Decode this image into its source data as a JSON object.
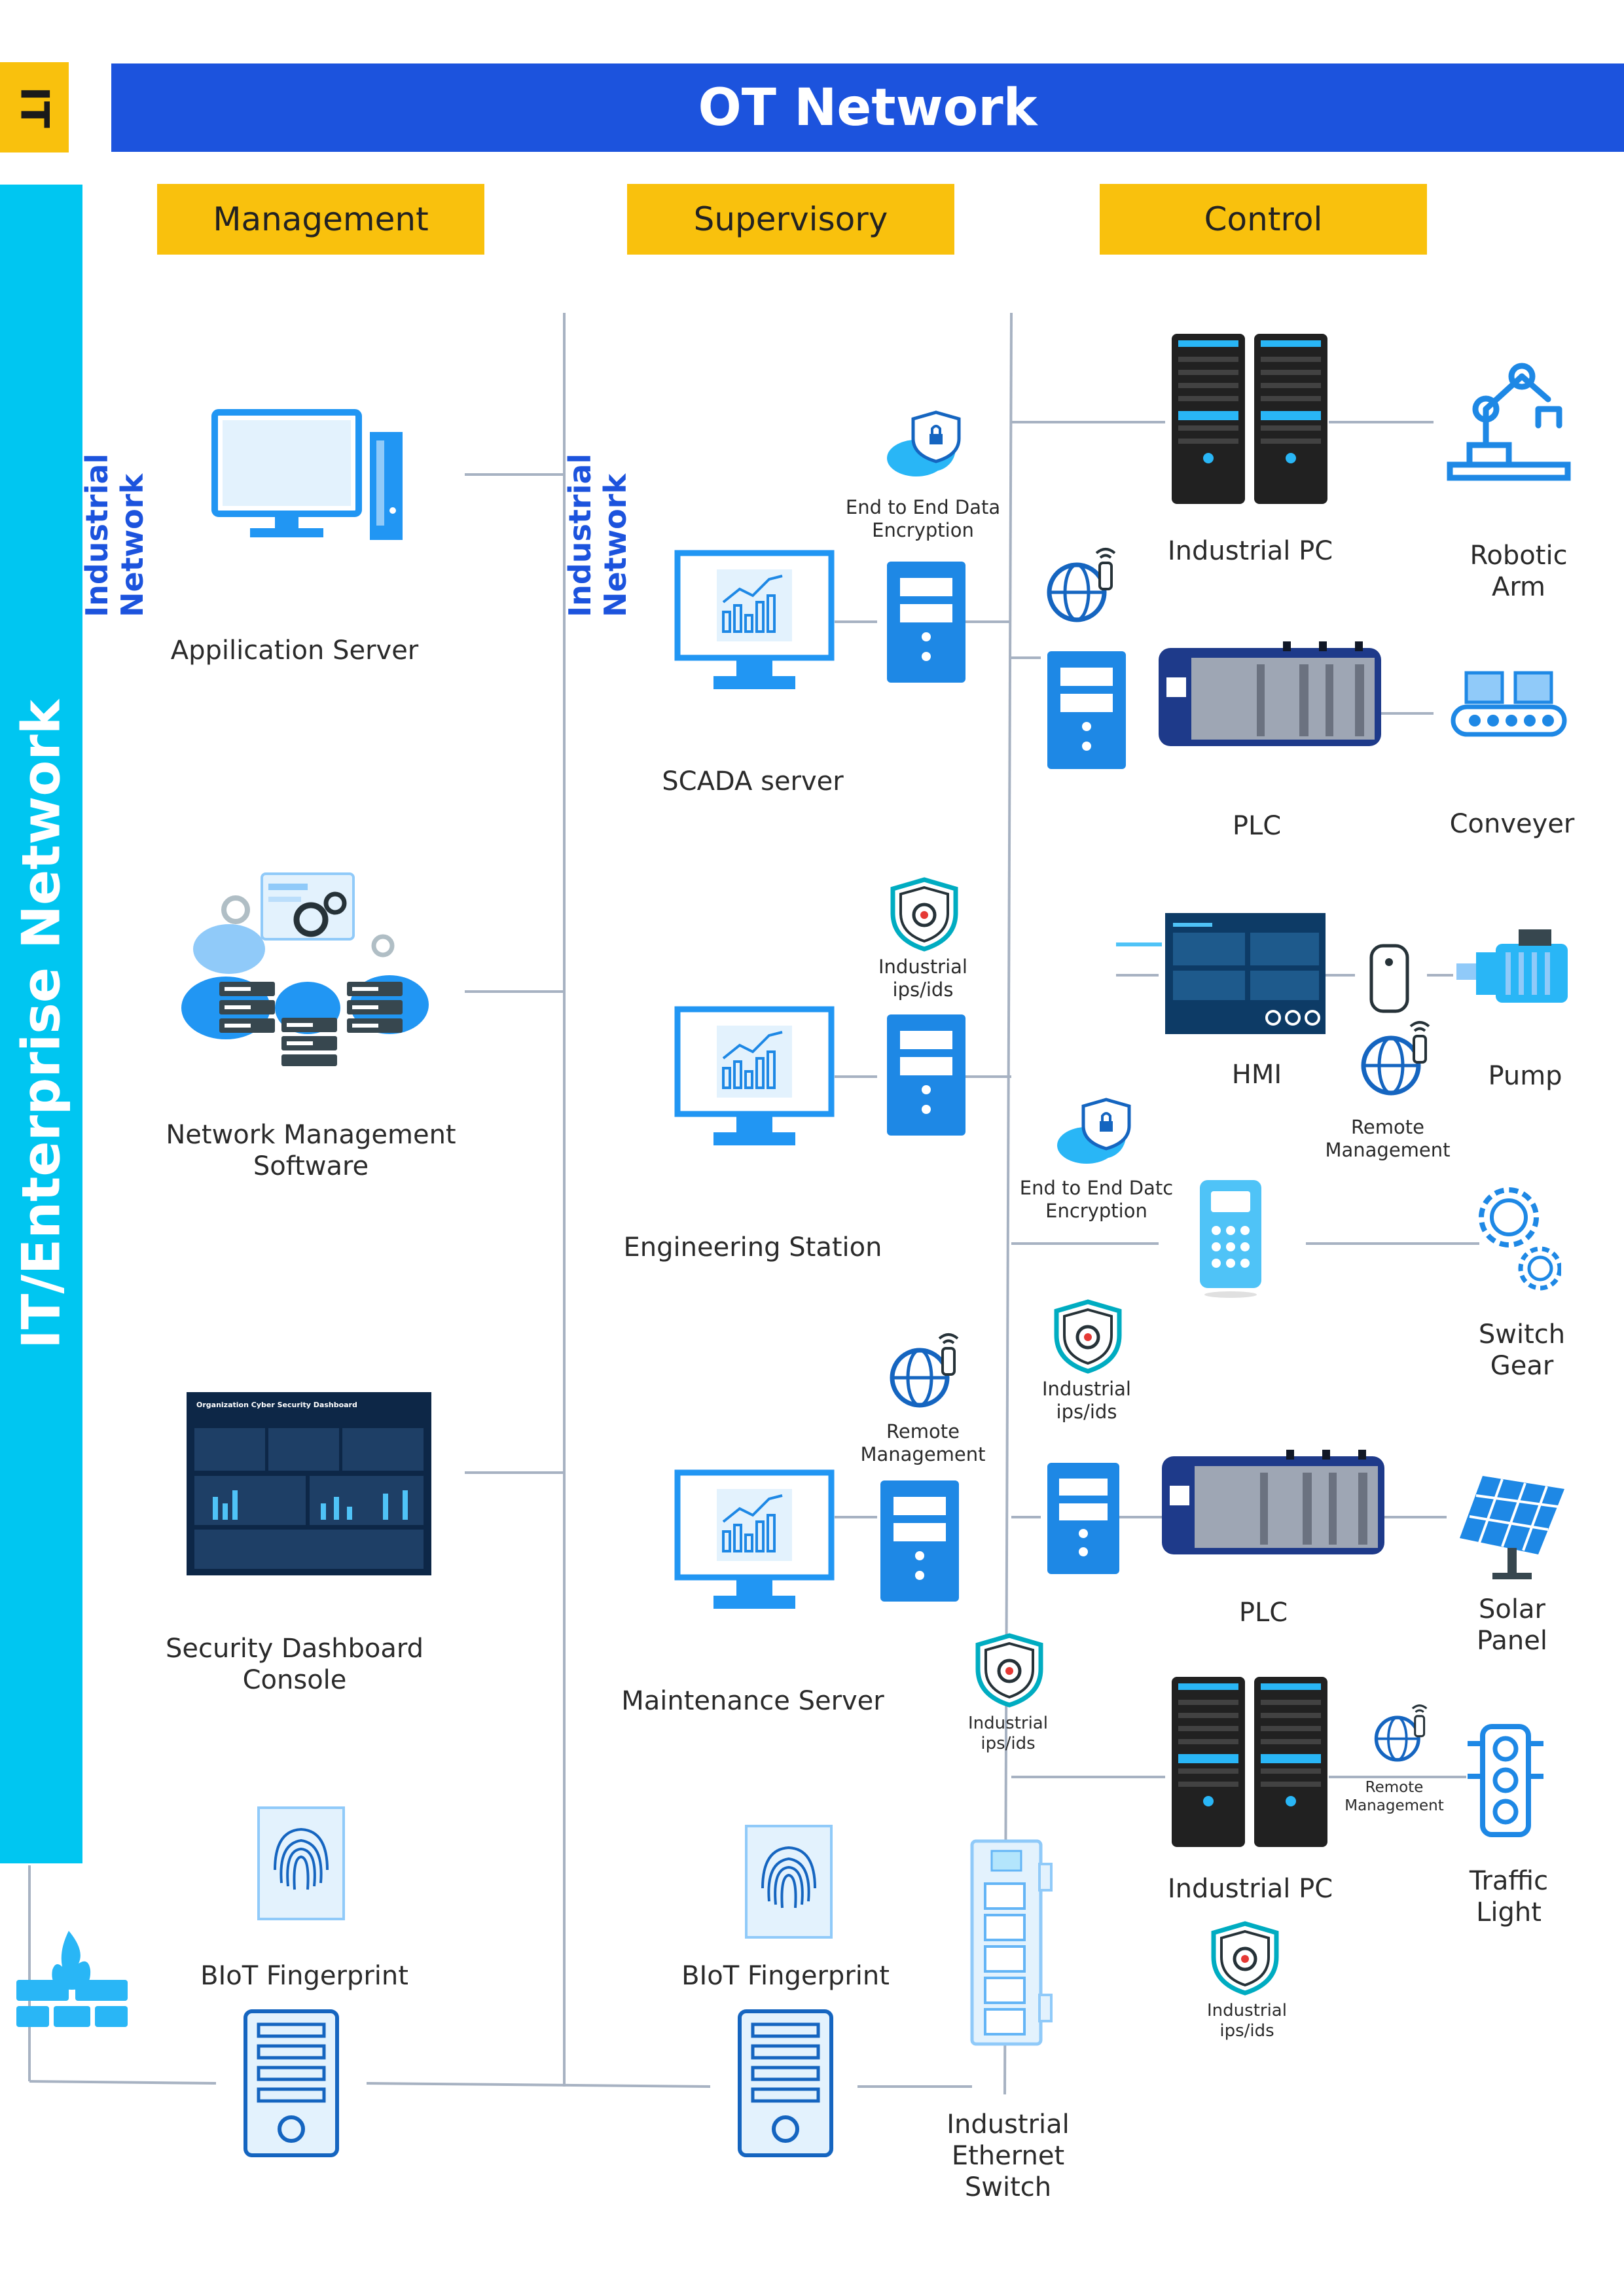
{
  "header": {
    "it_label": "IT",
    "ot_title": "OT Network",
    "enterprise_label": "IT/Enterprise Network"
  },
  "columns": {
    "management": "Management",
    "supervisory": "Supervisory",
    "control": "Control"
  },
  "network_labels": {
    "left": "Industrial Network",
    "middle": "Industrial Network"
  },
  "management": {
    "application_server": "Appilication Server",
    "network_management_line1": "Network Management",
    "network_management_line2": "Software",
    "security_dashboard_line1": "Security Dashboard",
    "security_dashboard_line2": "Console",
    "dashboard_title": "Organization Cyber Security Dashboard",
    "biot_fingerprint": "BIoT Fingerprint"
  },
  "supervisory": {
    "scada_server": "SCADA server",
    "encryption_line1": "End to End Data",
    "encryption_line2": "Encryption",
    "ips_line1": "Industrial",
    "ips_line2": "ips/ids",
    "engineering_station": "Engineering Station",
    "remote_line1": "Remote",
    "remote_line2": "Management",
    "maintenance_server": "Maintenance Server",
    "biot_fingerprint": "BIoT Fingerprint"
  },
  "switch": {
    "ips_line1": "Industrial",
    "ips_line2": "ips/ids",
    "label_line1": "Industrial",
    "label_line2": "Ethernet",
    "label_line3": "Switch"
  },
  "control": {
    "industrial_pc_1": "Industrial PC",
    "robotic_arm_line1": "Robotic",
    "robotic_arm_line2": "Arm",
    "plc_1": "PLC",
    "conveyer": "Conveyer",
    "hmi": "HMI",
    "pump": "Pump",
    "remote_line1": "Remote",
    "remote_line2": "Management",
    "encryption_line1": "End to End Datc",
    "encryption_line2": "Encryption",
    "switch_gear_line1": "Switch",
    "switch_gear_line2": "Gear",
    "ips_line1": "Industrial",
    "ips_line2": "ips/ids",
    "plc_2": "PLC",
    "solar_panel_line1": "Solar",
    "solar_panel_line2": "Panel",
    "industrial_pc_2": "Industrial PC",
    "remote2_line1": "Remote",
    "remote2_line2": "Management",
    "traffic_light_line1": "Traffic",
    "traffic_light_line2": "Light",
    "ips2_line1": "Industrial",
    "ips2_line2": "ips/ids"
  },
  "colors": {
    "blue": "#1c53dd",
    "cyan": "#00c6f1",
    "yellow": "#f9c10d",
    "icon_blue": "#2196f3",
    "line_gray": "#a7b2c2"
  }
}
